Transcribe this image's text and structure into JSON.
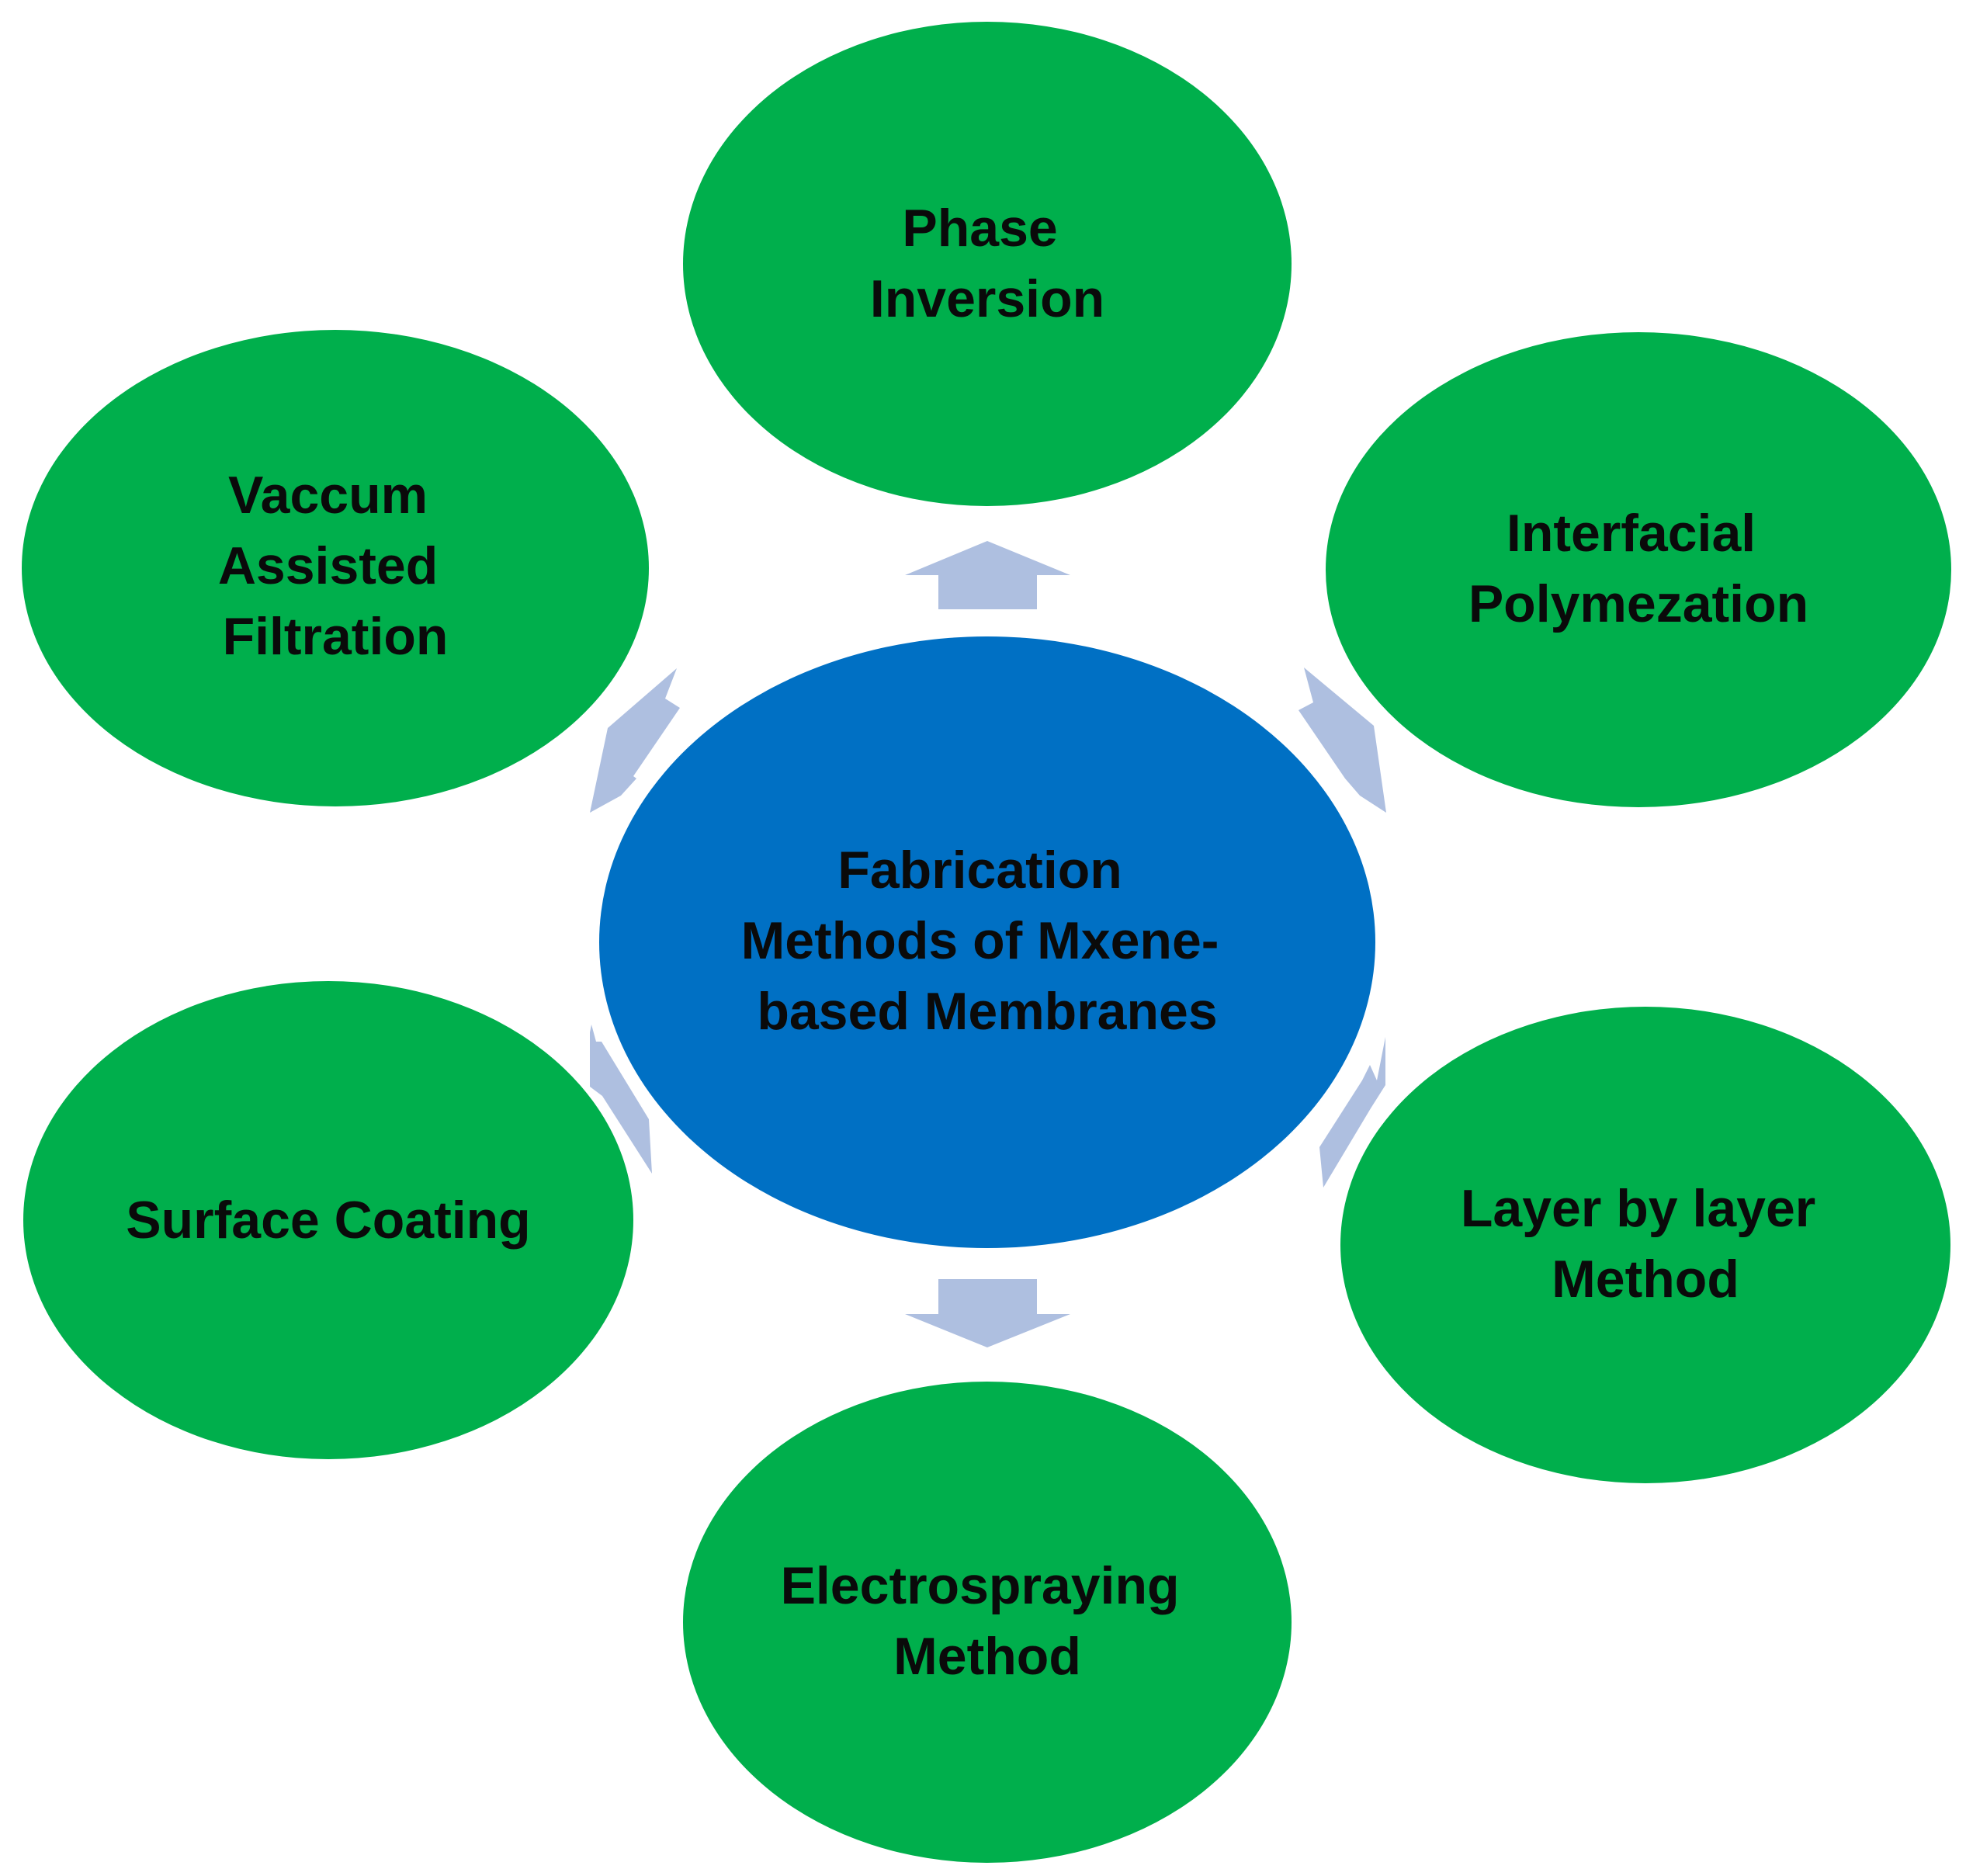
{
  "colors": {
    "center_fill": "#0070C4",
    "satellite_fill": "#00AF4C",
    "arrow_fill": "#AEBFE0",
    "text": "#0a0a0a"
  },
  "center": {
    "lines": [
      "Fabrication",
      "Methods of Mxene-",
      "based Membranes"
    ]
  },
  "satellites": [
    {
      "id": "phase-inversion",
      "lines": [
        "Phase",
        "Inversion"
      ]
    },
    {
      "id": "interfacial-polymerization",
      "lines": [
        "Interfacial",
        "Polymezation"
      ]
    },
    {
      "id": "layer-by-layer",
      "lines": [
        "Layer by layer",
        "Method"
      ]
    },
    {
      "id": "electrospraying",
      "lines": [
        "Electrospraying",
        "Method"
      ]
    },
    {
      "id": "surface-coating",
      "lines": [
        "Surface Coating"
      ]
    },
    {
      "id": "vacuum-assisted-filtration",
      "lines": [
        "Vaccum",
        "Assisted",
        "Filtration"
      ]
    }
  ]
}
